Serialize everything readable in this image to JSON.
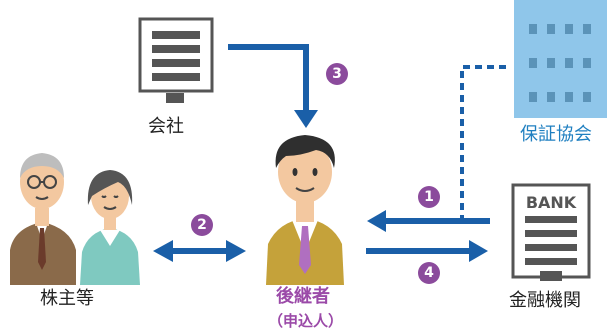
{
  "nodes": {
    "company": "会社",
    "guarantee": "保証協会",
    "shareholders": "株主等",
    "successor": "後継者",
    "applicant": "（申込人）",
    "bank": "金融機関",
    "bank_sign": "BANK"
  },
  "steps": {
    "s1": "1",
    "s2": "2",
    "s3": "3",
    "s4": "4"
  },
  "colors": {
    "arrow": "#1a5fa8",
    "step_badge": "#8b4b9c",
    "successor_label": "#9b4aa8",
    "guarantee_label": "#1f7fc0",
    "building": "#8fc6ea"
  }
}
